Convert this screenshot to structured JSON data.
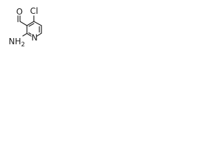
{
  "molecule": {
    "atoms": {
      "chlorine": "Cl",
      "oxygen": "O",
      "ring_nitrogen": "N",
      "amine": "NH",
      "amine_subscript": "2"
    }
  },
  "colors": {
    "ink": "#1a1a1a",
    "background": "#ffffff"
  }
}
